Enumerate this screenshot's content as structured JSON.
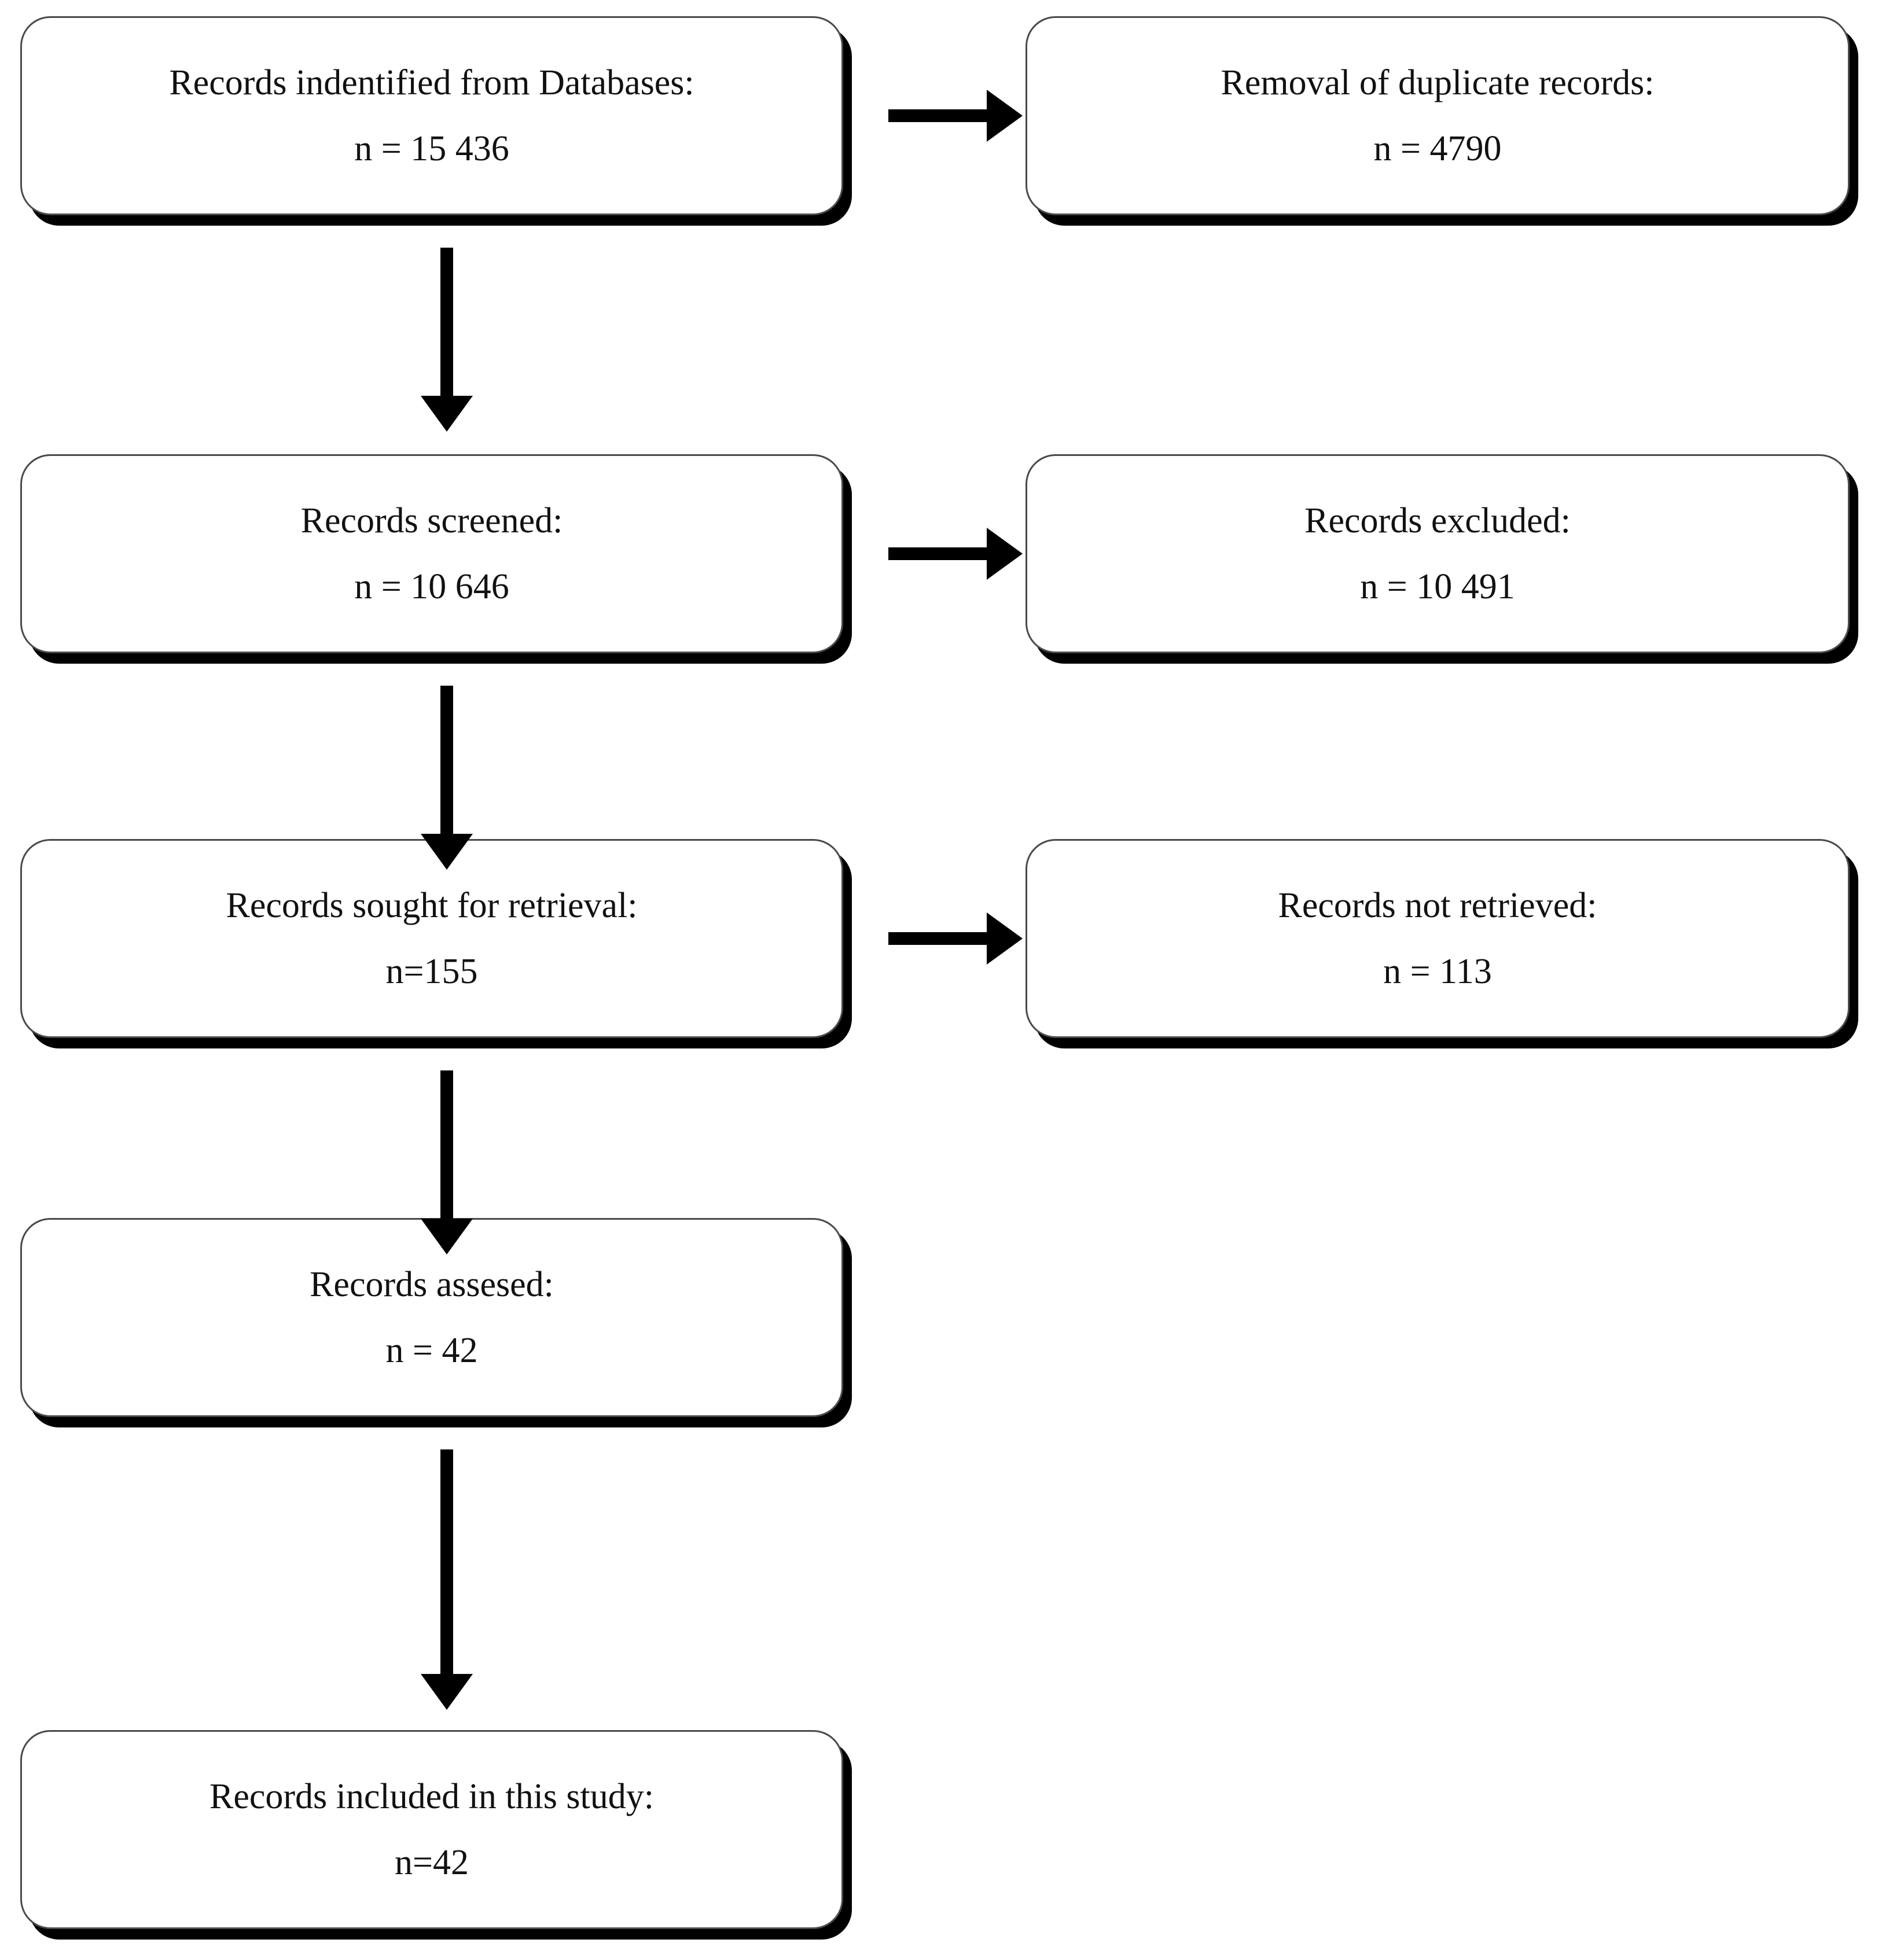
{
  "diagram": {
    "type": "prisma-flow-diagram",
    "title": "",
    "colors": {
      "box_border": "#4a4a4a",
      "box_fill": "#ffffff",
      "shadow": "#000000",
      "arrow": "#000000",
      "text": "#111111"
    },
    "nodes": [
      {
        "id": "records-identified",
        "column": "left",
        "row": 1,
        "line1": "Records indentified from Databases:",
        "line2": "n = 15 436"
      },
      {
        "id": "duplicates-removed",
        "column": "right",
        "row": 1,
        "line1": "Removal of duplicate records:",
        "line2": "n = 4790"
      },
      {
        "id": "records-screened",
        "column": "left",
        "row": 2,
        "line1": "Records screened:",
        "line2": "n = 10 646"
      },
      {
        "id": "records-excluded",
        "column": "right",
        "row": 2,
        "line1": "Records excluded:",
        "line2": "n = 10 491"
      },
      {
        "id": "records-sought",
        "column": "left",
        "row": 3,
        "line1": "Records sought for retrieval:",
        "line2": "n=155"
      },
      {
        "id": "records-not-retrieved",
        "column": "right",
        "row": 3,
        "line1": "Records not retrieved:",
        "line2": "n = 113"
      },
      {
        "id": "records-assessed",
        "column": "left",
        "row": 4,
        "line1": "Records assesed:",
        "line2": "n = 42"
      },
      {
        "id": "records-included",
        "column": "left",
        "row": 5,
        "line1": "Records included in this study:",
        "line2": "n=42"
      }
    ],
    "connectors": [
      {
        "id": "identified-to-duplicates",
        "direction": "right",
        "from": "records-identified",
        "to": "duplicates-removed"
      },
      {
        "id": "identified-to-screened",
        "direction": "down",
        "from": "records-identified",
        "to": "records-screened"
      },
      {
        "id": "screened-to-excluded",
        "direction": "right",
        "from": "records-screened",
        "to": "records-excluded"
      },
      {
        "id": "screened-to-sought",
        "direction": "down",
        "from": "records-screened",
        "to": "records-sought"
      },
      {
        "id": "sought-to-not-retrieved",
        "direction": "right",
        "from": "records-sought",
        "to": "records-not-retrieved"
      },
      {
        "id": "sought-to-assessed",
        "direction": "down",
        "from": "records-sought",
        "to": "records-assessed"
      },
      {
        "id": "assessed-to-included",
        "direction": "down",
        "from": "records-assessed",
        "to": "records-included"
      }
    ]
  }
}
